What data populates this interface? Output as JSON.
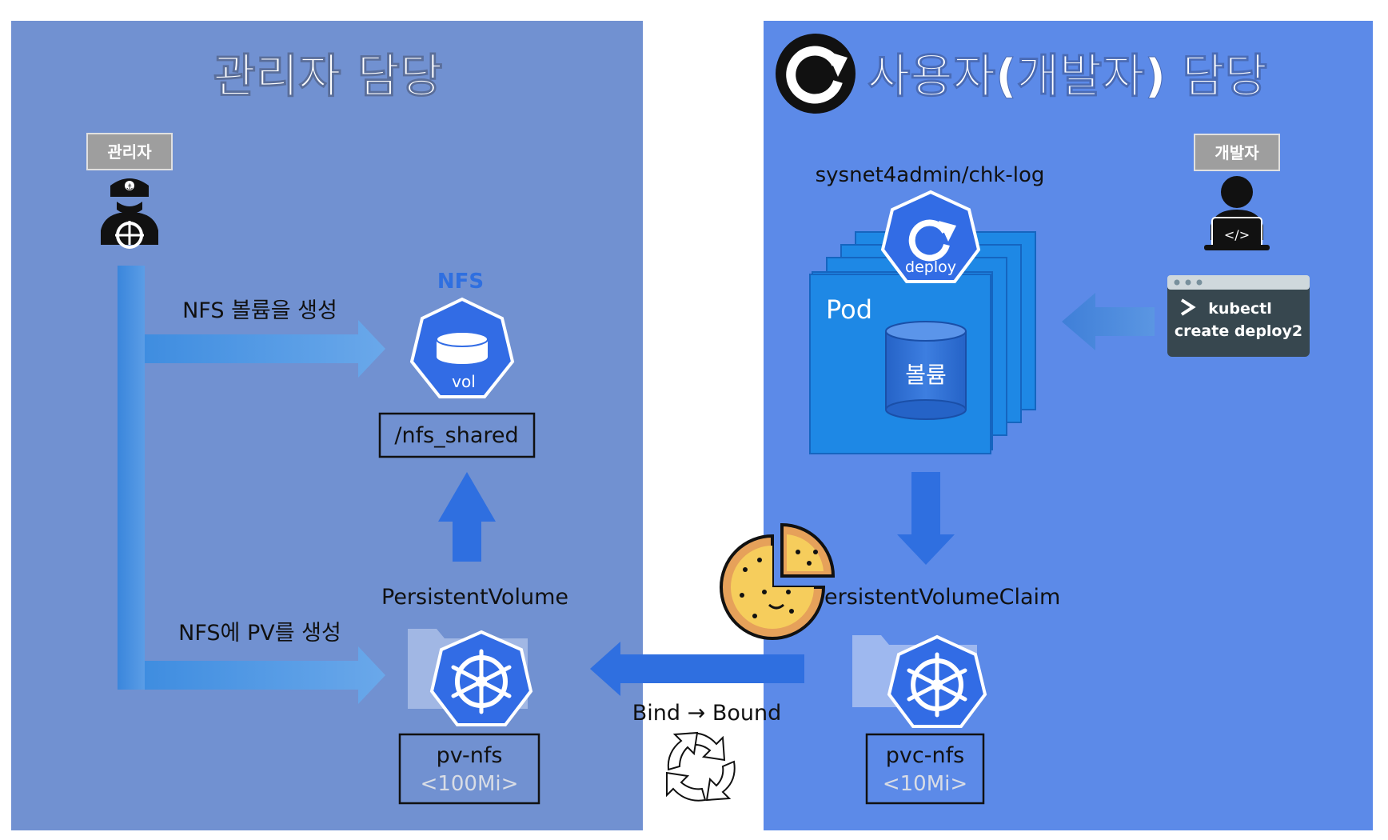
{
  "admin_panel": {
    "title": "관리자 담당",
    "actor_tag": "관리자",
    "step1_label": "NFS 볼륨을 생성",
    "step2_label": "NFS에 PV를 생성",
    "nfs_caption": "NFS",
    "nfs_icon_label": "vol",
    "nfs_path": "/nfs_shared",
    "pv_title": "PersistentVolume",
    "pv_name": "pv-nfs",
    "pv_size": "<100Mi>",
    "panel_color": "#7191d1"
  },
  "user_panel": {
    "title": "사용자(개발자) 담당",
    "actor_tag": "개발자",
    "image_name": "sysnet4admin/chk-log",
    "deploy_icon_label": "deploy",
    "pod_label": "Pod",
    "volume_label": "볼륨",
    "terminal_line1": "kubectl",
    "terminal_line2": "create deploy2",
    "pvc_title": "PersistentVolumeClaim",
    "pvc_name": "pvc-nfs",
    "pvc_size": "<10Mi>",
    "panel_color": "#5c8ae8"
  },
  "binding": {
    "label": "Bind → Bound"
  },
  "colors": {
    "arrow_blue": "#2f6fe0",
    "k8s_blue": "#326ce5",
    "pod_blue": "#1e88e5",
    "terminal_dark": "#37474f"
  }
}
